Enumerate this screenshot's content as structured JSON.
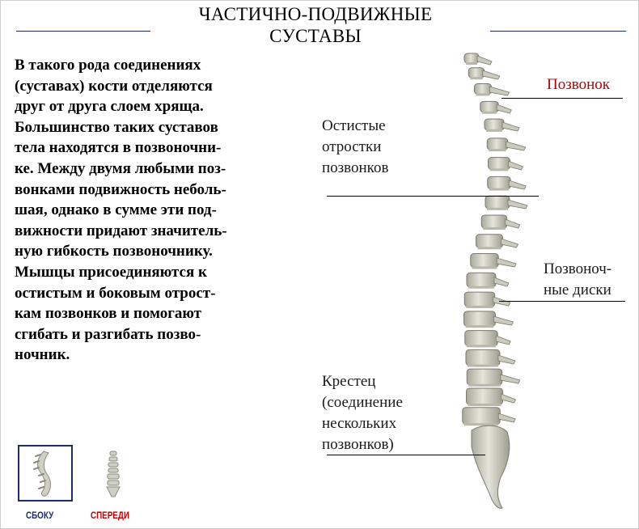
{
  "title": {
    "line1": "ЧАСТИЧНО-ПОДВИЖНЫЕ",
    "line2": "СУСТАВЫ"
  },
  "description": [
    "В такого рода соединениях",
    "(суставах) кости отделяются",
    "друг от друга слоем хряща.",
    "Большинство таких суставов",
    "тела находятся в позвоночни-",
    "ке. Между двумя любыми поз-",
    "вонками подвижность неболь-",
    "шая, однако в сумме эти под-",
    "вижности придают значитель-",
    "ную гибкость позвоночнику.",
    "Мышцы присоединяются к",
    "остистым  и боковым отрост-",
    "кам позвонков и помогают",
    "сгибать и разгибать позво-",
    "ночник."
  ],
  "labels": {
    "vertebra": "Позвонок",
    "spinous": [
      "Остистые",
      "отростки",
      "позвонков"
    ],
    "discs": [
      "Позвоноч-",
      "ные диски"
    ],
    "sacrum": [
      "Крестец",
      "(соединение",
      "нескольких",
      "позвонков)"
    ]
  },
  "views": {
    "side": "СБОКУ",
    "front": "СПЕРЕДИ"
  },
  "colors": {
    "accent_blue": "#1c2b6b",
    "accent_red": "#c00000",
    "bone": "#d8d8cc"
  }
}
